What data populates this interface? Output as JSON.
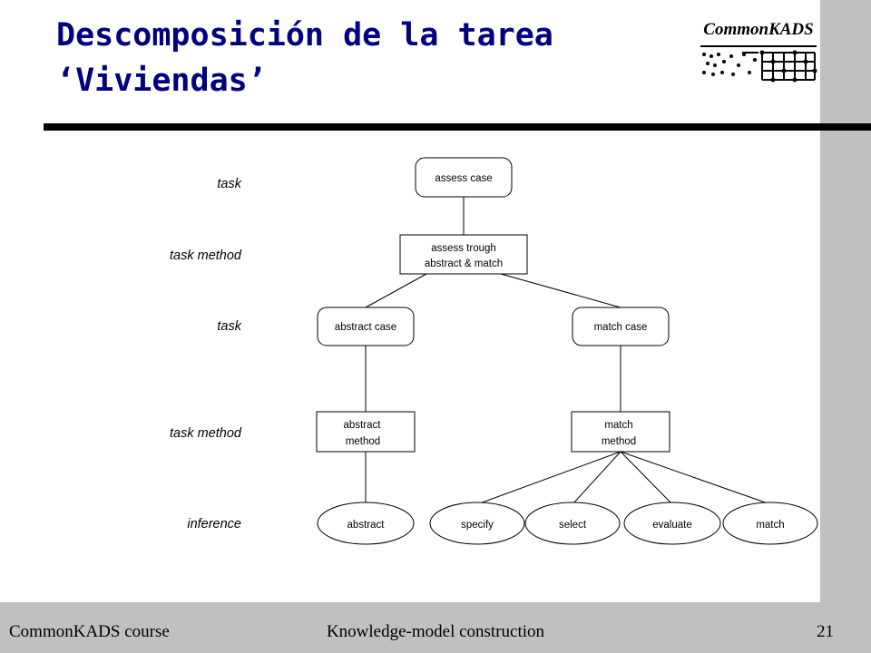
{
  "slide": {
    "title_line1": "Descomposición de la tarea",
    "title_line2": "‘Viviendas’",
    "logo_text": "CommonKADS"
  },
  "diagram": {
    "level_labels": [
      "task",
      "task method",
      "task",
      "task method",
      "inference"
    ],
    "nodes": {
      "assess_case": "assess case",
      "assess_method_line1": "assess  trough",
      "assess_method_line2": "abstract & match",
      "abstract_case": "abstract case",
      "match_case": "match case",
      "abstract_method_line1": "abstract",
      "abstract_method_line2": "method",
      "match_method_line1": "match",
      "match_method_line2": "method",
      "inf_abstract": "abstract",
      "inf_specify": "specify",
      "inf_select": "select",
      "inf_evaluate": "evaluate",
      "inf_match": "match"
    }
  },
  "footer": {
    "left": "CommonKADS course",
    "center": "Knowledge-model construction",
    "page": "21"
  }
}
